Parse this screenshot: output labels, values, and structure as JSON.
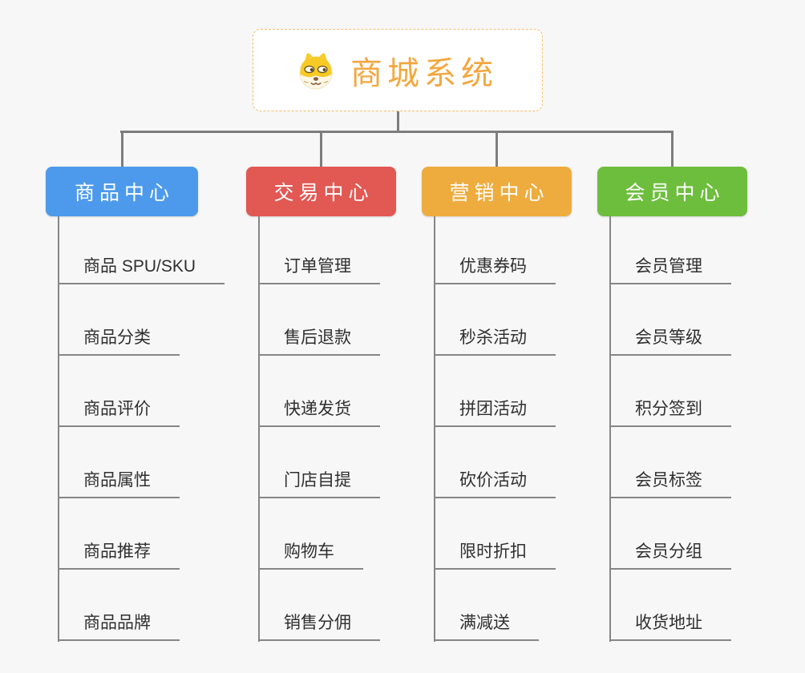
{
  "root": {
    "title": "商城系统",
    "icon": "dog-face-icon"
  },
  "branches": [
    {
      "label": "商品中心",
      "color": "#4d9aec",
      "items": [
        "商品 SPU/SKU",
        "商品分类",
        "商品评价",
        "商品属性",
        "商品推荐",
        "商品品牌"
      ]
    },
    {
      "label": "交易中心",
      "color": "#e25853",
      "items": [
        "订单管理",
        "售后退款",
        "快递发货",
        "门店自提",
        "购物车",
        "销售分佣"
      ]
    },
    {
      "label": "营销中心",
      "color": "#efac3e",
      "items": [
        "优惠券码",
        "秒杀活动",
        "拼团活动",
        "砍价活动",
        "限时折扣",
        "满减送"
      ]
    },
    {
      "label": "会员中心",
      "color": "#6dbe3d",
      "items": [
        "会员管理",
        "会员等级",
        "积分签到",
        "会员标签",
        "会员分组",
        "收货地址"
      ]
    }
  ],
  "theme": {
    "background": "#f7f7f7",
    "connector_line": "#7d7d7d",
    "leaf_line": "#868686",
    "root_accent": "#f3a73f",
    "root_border": "#f6bc6d",
    "leaf_text": "#2f2f2f"
  }
}
